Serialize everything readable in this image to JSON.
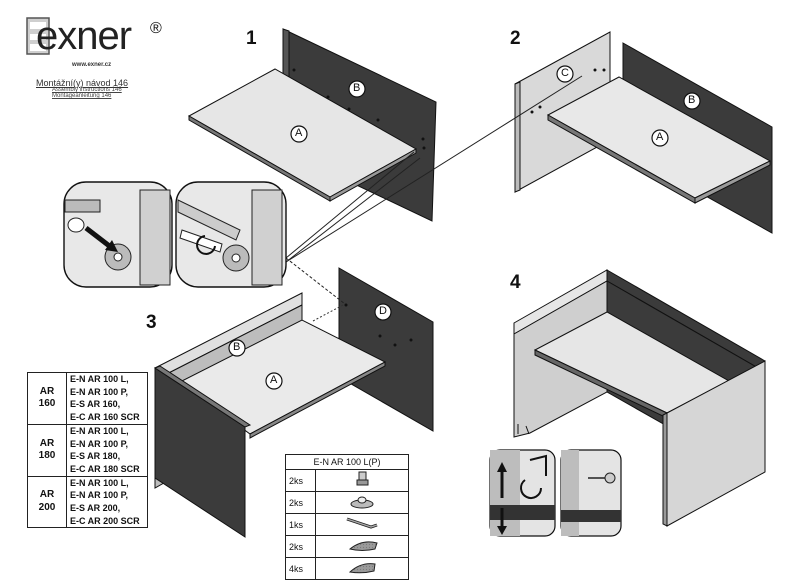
{
  "brand": {
    "logo_text": "exner",
    "registered_mark": "®",
    "url": "www.exner.cz"
  },
  "document": {
    "title": "Montážní(y) návod 146",
    "subtitle_en": "Assembly instructions 146",
    "subtitle_de": "Montageanleitung 146"
  },
  "steps": [
    {
      "number": "1"
    },
    {
      "number": "2"
    },
    {
      "number": "3"
    },
    {
      "number": "4"
    }
  ],
  "part_labels": {
    "s1_a": "A",
    "s1_b": "B",
    "s2_a": "A",
    "s2_b": "B",
    "s2_c": "C",
    "s3_a": "A",
    "s3_b": "B",
    "s3_d": "D"
  },
  "models": [
    {
      "name": "AR 160",
      "codes": [
        "E-N AR 100 L,",
        "E-N AR 100 P,",
        "E-S AR 160,",
        "E-C AR 160 SCR"
      ]
    },
    {
      "name": "AR 180",
      "codes": [
        "E-N AR 100 L,",
        "E-N AR 100 P,",
        "E-S AR 180,",
        "E-C AR 180 SCR"
      ]
    },
    {
      "name": "AR 200",
      "codes": [
        "E-N AR 100 L,",
        "E-N AR 100 P,",
        "E-S AR 200,",
        "E-C AR 200 SCR"
      ]
    }
  ],
  "hardware": {
    "header": "E-N AR 100 L(P)",
    "rows": [
      {
        "qty": "2ks",
        "icon": "cam-bolt-icon"
      },
      {
        "qty": "2ks",
        "icon": "cam-lock-icon"
      },
      {
        "qty": "1ks",
        "icon": "hex-key-icon"
      },
      {
        "qty": "2ks",
        "icon": "wood-dowel-icon"
      },
      {
        "qty": "4ks",
        "icon": "wood-dowel-icon"
      }
    ]
  }
}
